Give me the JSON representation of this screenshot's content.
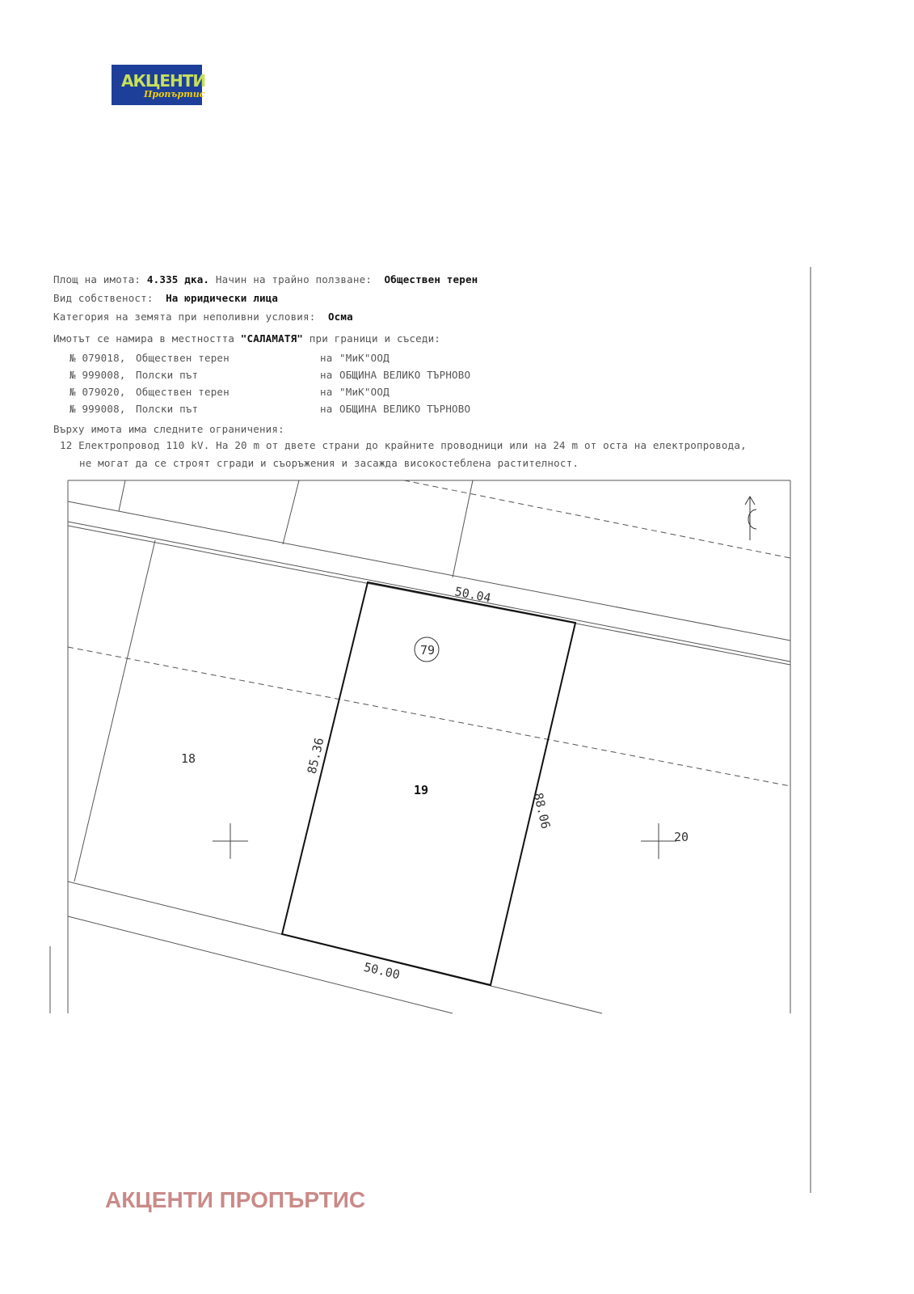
{
  "logo": {
    "line1": "АКЦЕНТИ",
    "line2": "Пропъртис"
  },
  "info": {
    "area_label": "Площ на имота:",
    "area_value": "4.335 дка.",
    "use_label": "Начин на трайно ползване:",
    "use_value": "Обществен терен",
    "ownership_label": "Вид собственост:",
    "ownership_value": "На юридически лица",
    "category_label": "Категория на земята при неполивни условия:",
    "category_value": "Осма",
    "location_prefix": "Имотът се намира в местността",
    "location_name": "\"САЛАМАТЯ\"",
    "location_suffix": "при граници и съседи:"
  },
  "neighbors": [
    {
      "number": "№ 079018,",
      "type": "Обществен терен",
      "na": "на",
      "owner": "\"МиК\"ООД"
    },
    {
      "number": "№ 999008,",
      "type": "Полски път",
      "na": "на",
      "owner": "ОБЩИНА ВЕЛИКО ТЪРНОВО"
    },
    {
      "number": "№ 079020,",
      "type": "Обществен терен",
      "na": "на",
      "owner": "\"МиК\"ООД"
    },
    {
      "number": "№ 999008,",
      "type": "Полски път",
      "na": "на",
      "owner": "ОБЩИНА ВЕЛИКО ТЪРНОВО"
    }
  ],
  "restrictions": {
    "title": "Върху имота има следните ограничения:",
    "line1": "12 Електропровод 110 kV. На 20 m от двете страни до крайните проводници или на 24 m от оста на електропровода,",
    "line2": "не могат да се строят сгради и съоръжения и засажда високостеблена растителност."
  },
  "map": {
    "side_top": "50.04",
    "side_left": "85.36",
    "side_right": "88.06",
    "side_bottom": "50.00",
    "circle_label": "79",
    "parcel": "19",
    "left_parcel": "18",
    "right_parcel": "20"
  },
  "watermark": "АКЦЕНТИ ПРОПЪРТИС"
}
